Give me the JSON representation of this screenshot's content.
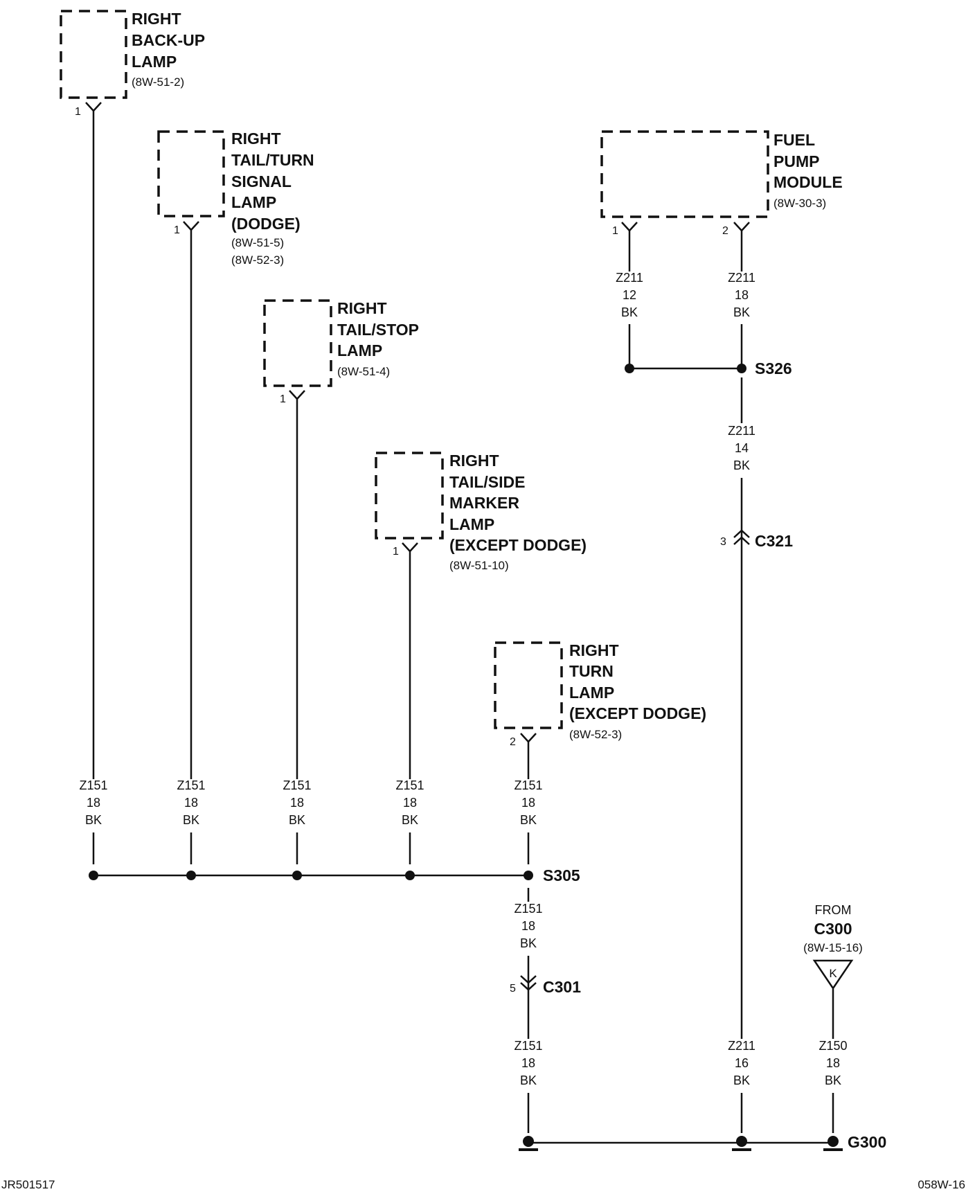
{
  "components": [
    {
      "name": [
        "RIGHT",
        "BACK-UP",
        "LAMP"
      ],
      "refs": [
        "(8W-51-2)"
      ],
      "pins": [
        "1"
      ]
    },
    {
      "name": [
        "RIGHT",
        "TAIL/TURN",
        "SIGNAL",
        "LAMP",
        "(DODGE)"
      ],
      "refs": [
        "(8W-51-5)",
        "(8W-52-3)"
      ],
      "pins": [
        "1"
      ]
    },
    {
      "name": [
        "RIGHT",
        "TAIL/STOP",
        "LAMP"
      ],
      "refs": [
        "(8W-51-4)"
      ],
      "pins": [
        "1"
      ]
    },
    {
      "name": [
        "RIGHT",
        "TAIL/SIDE",
        "MARKER",
        "LAMP",
        "(EXCEPT DODGE)"
      ],
      "refs": [
        "(8W-51-10)"
      ],
      "pins": [
        "1"
      ]
    },
    {
      "name": [
        "RIGHT",
        "TURN",
        "LAMP",
        "(EXCEPT DODGE)"
      ],
      "refs": [
        "(8W-52-3)"
      ],
      "pins": [
        "2"
      ]
    },
    {
      "name": [
        "FUEL",
        "PUMP",
        "MODULE"
      ],
      "refs": [
        "(8W-30-3)"
      ],
      "pins": [
        "1",
        "2"
      ]
    }
  ],
  "wires": [
    {
      "circuit": "Z151",
      "gauge": "18",
      "color": "BK"
    },
    {
      "circuit": "Z151",
      "gauge": "18",
      "color": "BK"
    },
    {
      "circuit": "Z151",
      "gauge": "18",
      "color": "BK"
    },
    {
      "circuit": "Z151",
      "gauge": "18",
      "color": "BK"
    },
    {
      "circuit": "Z151",
      "gauge": "18",
      "color": "BK"
    },
    {
      "circuit": "Z151",
      "gauge": "18",
      "color": "BK"
    },
    {
      "circuit": "Z151",
      "gauge": "18",
      "color": "BK"
    },
    {
      "circuit": "Z211",
      "gauge": "12",
      "color": "BK"
    },
    {
      "circuit": "Z211",
      "gauge": "18",
      "color": "BK"
    },
    {
      "circuit": "Z211",
      "gauge": "14",
      "color": "BK"
    },
    {
      "circuit": "Z211",
      "gauge": "16",
      "color": "BK"
    },
    {
      "circuit": "Z150",
      "gauge": "18",
      "color": "BK"
    }
  ],
  "splices": [
    "S305",
    "S326"
  ],
  "connectors": [
    {
      "id": "C301",
      "pin": "5"
    },
    {
      "id": "C321",
      "pin": "3"
    }
  ],
  "ground": "G300",
  "from_connector": {
    "from_label": "FROM",
    "id": "C300",
    "ref": "(8W-15-16)",
    "symbol_letter": "K"
  },
  "footer": {
    "left": "JR501517",
    "right": "058W-16"
  }
}
